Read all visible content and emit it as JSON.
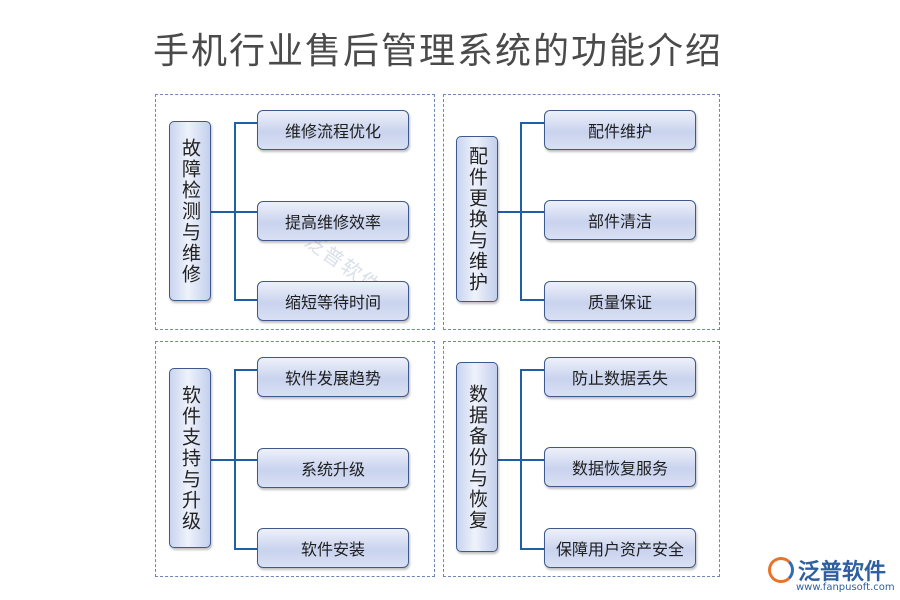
{
  "title": "手机行业售后管理系统的功能介绍",
  "sections": [
    {
      "category": "故障检测与维修",
      "items": [
        "维修流程优化",
        "提高维修效率",
        "缩短等待时间"
      ]
    },
    {
      "category": "配件更换与维护",
      "items": [
        "配件维护",
        "部件清洁",
        "质量保证"
      ]
    },
    {
      "category": "软件支持与升级",
      "items": [
        "软件发展趋势",
        "系统升级",
        "软件安装"
      ]
    },
    {
      "category": "数据备份与恢复",
      "items": [
        "防止数据丢失",
        "数据恢复服务",
        "保障用户资产安全"
      ]
    }
  ],
  "watermark": "泛普软件",
  "logo": {
    "text": "泛普软件",
    "url": "www.fanpusoft.com",
    "icon": "fanpu-logo-icon"
  },
  "colors": {
    "connector": "#1f5fa8",
    "border": "#3e5a8c",
    "panel_border": "#6c86b8"
  }
}
